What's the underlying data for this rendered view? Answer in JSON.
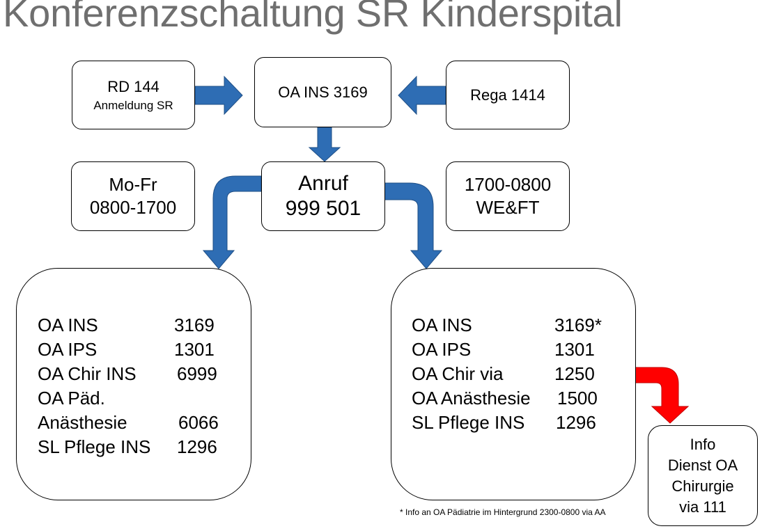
{
  "title": "Konferenzschaltung SR Kinderspital",
  "rd": {
    "line1": "RD 144",
    "line2": "Anmeldung SR"
  },
  "oa_ins": "OA INS 3169",
  "rega": "Rega 1414",
  "anruf": {
    "line1": "Anruf",
    "line2": "999 501"
  },
  "day": {
    "line1": "Mo-Fr",
    "line2": "0800-1700"
  },
  "night": {
    "line1": "1700-0800",
    "line2": "WE&FT"
  },
  "left_list": [
    {
      "label": "OA INS",
      "number": "3169"
    },
    {
      "label": "OA IPS",
      "number": "1301"
    },
    {
      "label": "OA Chir INS",
      "number": "6999"
    },
    {
      "label": "OA Päd.",
      "number": ""
    },
    {
      "label": "Anästhesie",
      "number": "6066"
    },
    {
      "label": "SL Pflege INS",
      "number": "1296"
    }
  ],
  "right_list": [
    {
      "label": "OA INS",
      "number": "3169*"
    },
    {
      "label": "OA IPS",
      "number": "1301"
    },
    {
      "label": "OA Chir via",
      "number": "1250"
    },
    {
      "label": "OA Anästhesie",
      "number": "1500"
    },
    {
      "label": "SL Pflege INS",
      "number": "1296"
    }
  ],
  "info": {
    "line1": "Info",
    "line2": "Dienst OA",
    "line3": "Chirurgie",
    "line4": "via 111"
  },
  "footnote": "* Info an OA Pädiatrie im Hintergrund 2300-0800 via AA",
  "colors": {
    "arrow_blue": "#2e6db4",
    "arrow_red": "#ff0000",
    "title": "#6f6f6f"
  }
}
